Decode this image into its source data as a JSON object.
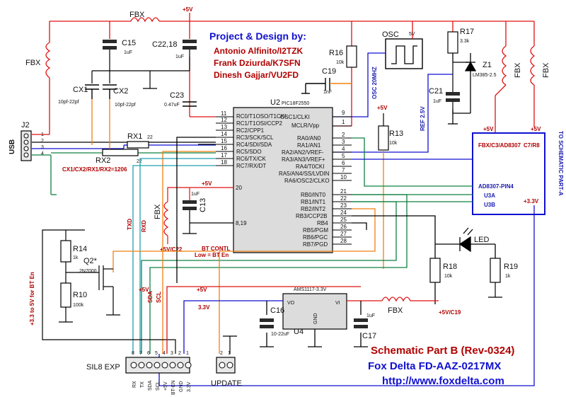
{
  "credits": {
    "heading": "Project & Design by:",
    "line1": "Antonio Alfinito/I2TZK",
    "line2": "Frank Dziurda/K7SFN",
    "line3": "Dinesh Gajjar/VU2FD"
  },
  "titles": {
    "schematic": "Schematic Part B (Rev-0324)",
    "product": "Fox Delta FD-AAZ-0217MX",
    "url": "http://www.foxdelta.com"
  },
  "u2": {
    "ref": "U2",
    "part": "PIC18F2550",
    "left_pins": [
      {
        "num": "11",
        "name": "RC0/T1OSO/T1CKI"
      },
      {
        "num": "12",
        "name": "RC1/T1OSI/CCP2"
      },
      {
        "num": "13",
        "name": "RC2/CPP1"
      },
      {
        "num": "14",
        "name": "RC3/SCK/SCL"
      },
      {
        "num": "15",
        "name": "RC4/SDI/SDA"
      },
      {
        "num": "16",
        "name": "RC5/SDO"
      },
      {
        "num": "17",
        "name": "RC6/TX/CK"
      },
      {
        "num": "18",
        "name": "RC7/RX/DT"
      }
    ],
    "right_pins_top": [
      {
        "num": "9",
        "name": "OSC1/CLKI"
      },
      {
        "num": "1",
        "name": "MCLR/Vpp"
      }
    ],
    "right_pins_ra": [
      {
        "num": "2",
        "name": "RA0/AN0"
      },
      {
        "num": "3",
        "name": "RA1/AN1"
      },
      {
        "num": "4",
        "name": "RA2/AN2/VREF-"
      },
      {
        "num": "5",
        "name": "RA3/AN3/VREF+"
      },
      {
        "num": "6",
        "name": "RA4/T0CKI"
      },
      {
        "num": "7",
        "name": "RA5/AN4/SS/LVDIN"
      },
      {
        "num": "10",
        "name": "RA6/OSC2/CLKO"
      }
    ],
    "right_pins_rb": [
      {
        "num": "21",
        "name": "RB0/INT0"
      },
      {
        "num": "22",
        "name": "RB1/INT1"
      },
      {
        "num": "23",
        "name": "RB2/INT2"
      },
      {
        "num": "24",
        "name": "RB3/CCP2B"
      },
      {
        "num": "25",
        "name": "RB4"
      },
      {
        "num": "26",
        "name": "RB5/PGM"
      },
      {
        "num": "27",
        "name": "RB6/PGC"
      },
      {
        "num": "28",
        "name": "RB7/PGD"
      }
    ],
    "pin20": "20",
    "pin8_19": "8,19",
    "vdd_label": "+5V"
  },
  "components": {
    "c15": {
      "ref": "C15",
      "value": "1uF"
    },
    "c22_18": {
      "ref": "C22,18",
      "value": "1uF"
    },
    "c23": {
      "ref": "C23",
      "value": "0.47uF"
    },
    "c19": {
      "ref": "C19",
      "value": "1nF"
    },
    "c21": {
      "ref": "C21",
      "value": "1uF"
    },
    "c13": {
      "ref": "C13",
      "value": "1uF"
    },
    "c16": {
      "ref": "C16",
      "value": "10-22uF"
    },
    "c17": {
      "ref": "C17",
      "value": "1uF"
    },
    "cx1": {
      "ref": "CX1",
      "value": "10pf-22pf"
    },
    "cx2": {
      "ref": "CX2",
      "value": "10pf-22pf"
    },
    "r16": {
      "ref": "R16",
      "value": "10k"
    },
    "r17": {
      "ref": "R17",
      "value": "3.3k"
    },
    "r13": {
      "ref": "R13",
      "value": "10k"
    },
    "r14": {
      "ref": "R14",
      "value": "1k"
    },
    "r10": {
      "ref": "R10",
      "value": "100k"
    },
    "r18": {
      "ref": "R18",
      "value": "10k"
    },
    "r19": {
      "ref": "R19",
      "value": "1k"
    },
    "rx1": {
      "ref": "RX1",
      "value": "22"
    },
    "rx2": {
      "ref": "RX2",
      "value": "22"
    },
    "z1": {
      "ref": "Z1",
      "value": "LM385-2.5"
    },
    "q2": {
      "ref": "Q2*",
      "value": "2N7000"
    },
    "u4": {
      "ref": "U4",
      "part": "AMS1117-3.3V",
      "vo": "VO",
      "vi": "VI",
      "gnd": "GND"
    },
    "j2": {
      "ref": "J2",
      "name": "USB",
      "pins": [
        "1",
        "2",
        "3",
        "4"
      ]
    },
    "osc": {
      "ref": "OSC",
      "supply": "5V"
    },
    "led": {
      "ref": "LED"
    },
    "fbx_labels": [
      "FBX",
      "FBX",
      "FBX",
      "FBX",
      "FBX",
      "FBX"
    ]
  },
  "labels": {
    "top_5v": "+5V",
    "osc_20mhz": "OSC 20MHZ",
    "ref_2v5": "REF 2.5V",
    "cx_note": "CX1/CX2/RX1/RX2=1206",
    "bt_contl": "BT CONTL",
    "bt_low": "Low = BT En",
    "txd": "TXD",
    "rxd": "RXD",
    "sda": "SDA",
    "scl": "SCL",
    "plus5v_c22": "+5V/C22",
    "plus5v_c19": "+5V/C19",
    "plus5v_a": "+5V",
    "plus5v_b": "+5V",
    "plus5v_c": "+5V",
    "plus5v_d": "+5V",
    "plus5v_r13": "+5V",
    "v33_a": "3.3V",
    "v33_b": "+3.3V",
    "bt_en_side": "+3.3 to 5V for BT En",
    "to_part_a": "TO SCHEMATIC PART-A"
  },
  "part_a_block": {
    "fbx_c3": "FBX/C3/AD8307",
    "c7_r8": "C7/R8",
    "ad8307": "AD8307-PIN4",
    "u3a": "U3A",
    "u3b": "U3B",
    "v33": "+3.3V",
    "plus5v_1": "+5V",
    "plus5v_2": "+5V"
  },
  "sil8": {
    "ref": "SIL8 EXP",
    "pin_numbers": [
      "8",
      "7",
      "6",
      "5",
      "4",
      "3",
      "2",
      "1"
    ],
    "pin_labels": [
      "RX",
      "TX",
      "SDA",
      "SCL",
      "+5V",
      "BT-EN",
      "GND",
      "3.3V"
    ]
  },
  "update": {
    "ref": "UPDATE",
    "pin_numbers": [
      "2",
      "1"
    ]
  },
  "colors": {
    "red": "#e01010",
    "blue": "#1010d0",
    "green": "#108040",
    "orange": "#f08010",
    "teal": "#20a0b0",
    "black": "#000000",
    "part_a_border": "#1010d0"
  }
}
